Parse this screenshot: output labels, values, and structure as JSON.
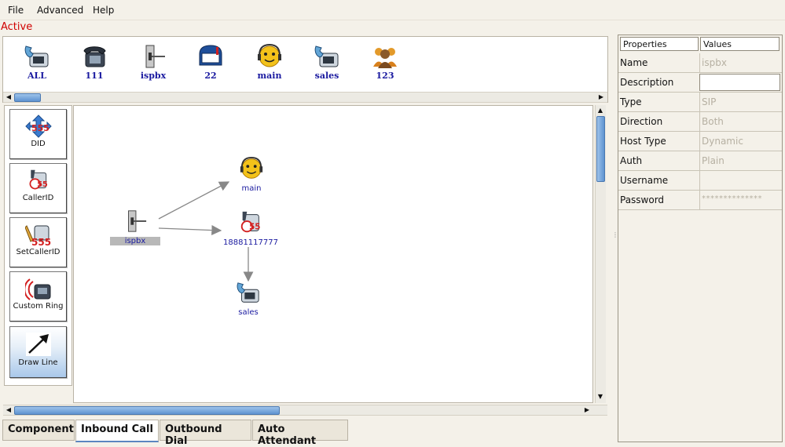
{
  "menu": {
    "file": "File",
    "advanced": "Advanced",
    "help": "Help"
  },
  "status": "Active",
  "palette": [
    {
      "label": "ALL",
      "icon": "phone-all-icon"
    },
    {
      "label": "111",
      "icon": "desk-phone-icon"
    },
    {
      "label": "ispbx",
      "icon": "wall-jack-icon"
    },
    {
      "label": "22",
      "icon": "mailbox-icon"
    },
    {
      "label": "main",
      "icon": "operator-headset-icon"
    },
    {
      "label": "sales",
      "icon": "phone-group-icon"
    },
    {
      "label": "123",
      "icon": "users-group-icon"
    }
  ],
  "tools": [
    {
      "label": "DID",
      "icon": "did-icon"
    },
    {
      "label": "CallerID",
      "icon": "callerid-icon"
    },
    {
      "label": "SetCallerID",
      "icon": "set-callerid-icon"
    },
    {
      "label": "Custom Ring",
      "icon": "custom-ring-icon"
    },
    {
      "label": "Draw Line",
      "icon": "draw-line-icon"
    }
  ],
  "canvas": {
    "nodes": [
      {
        "id": "ispbx",
        "label": "ispbx"
      },
      {
        "id": "main",
        "label": "main"
      },
      {
        "id": "callerid",
        "label": "18881117777"
      },
      {
        "id": "sales",
        "label": "sales"
      }
    ]
  },
  "tabs": [
    "Component",
    "Inbound Call",
    "Outbound Dial",
    "Auto Attendant"
  ],
  "active_tab": "Inbound Call",
  "properties": {
    "header_name": "Properties",
    "header_value": "Values",
    "rows": [
      {
        "name": "Name",
        "value": "ispbx"
      },
      {
        "name": "Description",
        "value": ""
      },
      {
        "name": "Type",
        "value": "SIP"
      },
      {
        "name": "Direction",
        "value": "Both"
      },
      {
        "name": "Host Type",
        "value": "Dynamic"
      },
      {
        "name": "Auth",
        "value": "Plain"
      },
      {
        "name": "Username",
        "value": ""
      },
      {
        "name": "Password",
        "value": "**************"
      }
    ]
  }
}
